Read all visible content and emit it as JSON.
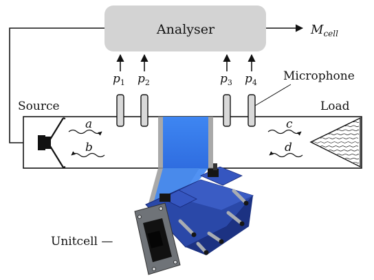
{
  "analyser": {
    "label": "Analyser"
  },
  "output": {
    "label_main": "M",
    "label_sub": "cell"
  },
  "mics": [
    {
      "p": "p",
      "sub": "1"
    },
    {
      "p": "p",
      "sub": "2"
    },
    {
      "p": "p",
      "sub": "3"
    },
    {
      "p": "p",
      "sub": "4"
    }
  ],
  "labels": {
    "microphone": "Microphone",
    "source": "Source",
    "load": "Load",
    "unitcell": "Unitcell —"
  },
  "waves": {
    "a": "a",
    "b": "b",
    "c": "c",
    "d": "d"
  },
  "colors": {
    "analyser_fill": "#d3d3d3",
    "beam_blue": "#3e86f2",
    "beam_gray": "#9a9a9a",
    "mic_fill": "#d9d9d9",
    "unitcell_blue": "#2a48a8",
    "unitcell_plate": "#6f7378"
  }
}
